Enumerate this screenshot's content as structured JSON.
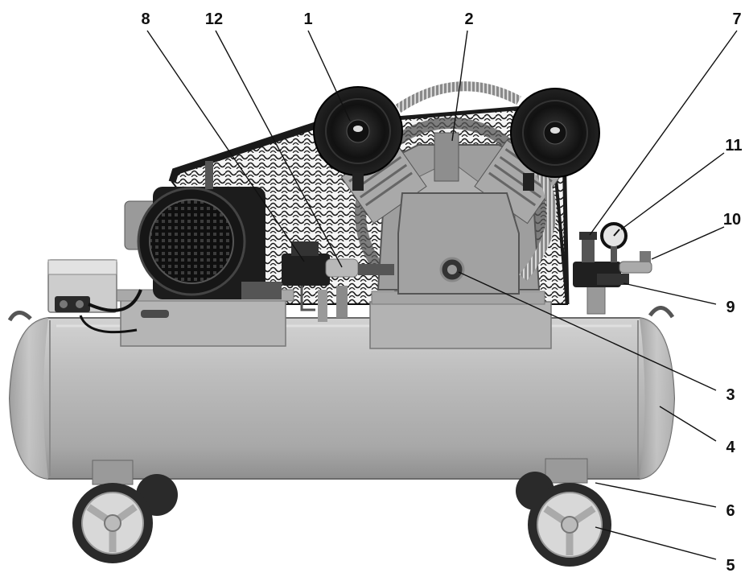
{
  "callouts": [
    {
      "id": "1",
      "label": "1"
    },
    {
      "id": "2",
      "label": "2"
    },
    {
      "id": "3",
      "label": "3"
    },
    {
      "id": "4",
      "label": "4"
    },
    {
      "id": "5",
      "label": "5"
    },
    {
      "id": "6",
      "label": "6"
    },
    {
      "id": "7",
      "label": "7"
    },
    {
      "id": "8",
      "label": "8"
    },
    {
      "id": "9",
      "label": "9"
    },
    {
      "id": "10",
      "label": "10"
    },
    {
      "id": "11",
      "label": "11"
    },
    {
      "id": "12",
      "label": "12"
    }
  ],
  "colors": {
    "tank": "#b9b9b9",
    "tank_shade": "#9a9a9a",
    "metal_dark": "#1e1e1e",
    "metal_mid": "#6e6e6e",
    "metal_light": "#cfcfcf",
    "wheel_hub": "#d8d8d8",
    "tire": "#2a2a2a",
    "label_text": "#111111"
  },
  "icons": {
    "compressor": "air-compressor-illustration",
    "air_filter": "air-filter-icon",
    "wheel": "wheel-icon",
    "pressure_gauge": "pressure-gauge-icon"
  }
}
